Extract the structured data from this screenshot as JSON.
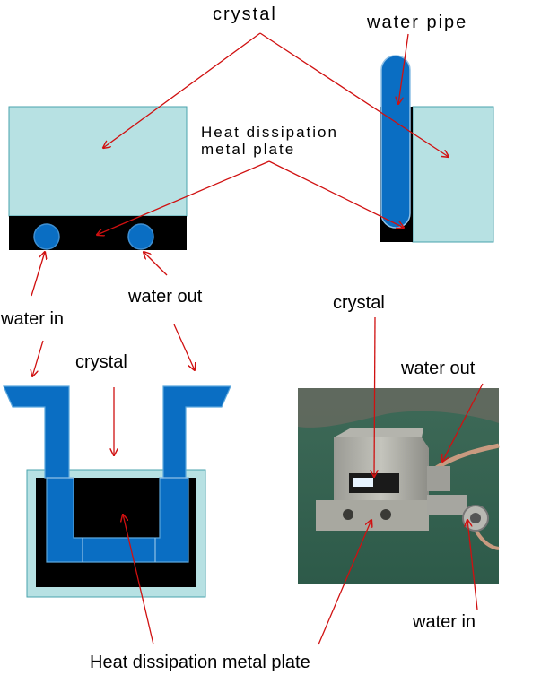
{
  "labels": {
    "crystal_top": "crystal",
    "water_pipe": "water pipe",
    "heat_plate_line1": "Heat dissipation",
    "heat_plate_line2": "metal plate",
    "water_out_left": "water out",
    "water_in_left": "water in",
    "crystal_mid": "crystal",
    "crystal_right": "crystal",
    "water_out_right": "water out",
    "water_in_right": "water in",
    "heat_plate_bottom": "Heat dissipation metal plate"
  },
  "colors": {
    "crystal_fill": "#b7e1e3",
    "crystal_stroke": "#4aa3ad",
    "plate_fill": "#000000",
    "pipe_fill": "#0a6ec3",
    "pipe_stroke": "#3f8fd1",
    "arrow": "#d01010",
    "text": "#000000"
  }
}
